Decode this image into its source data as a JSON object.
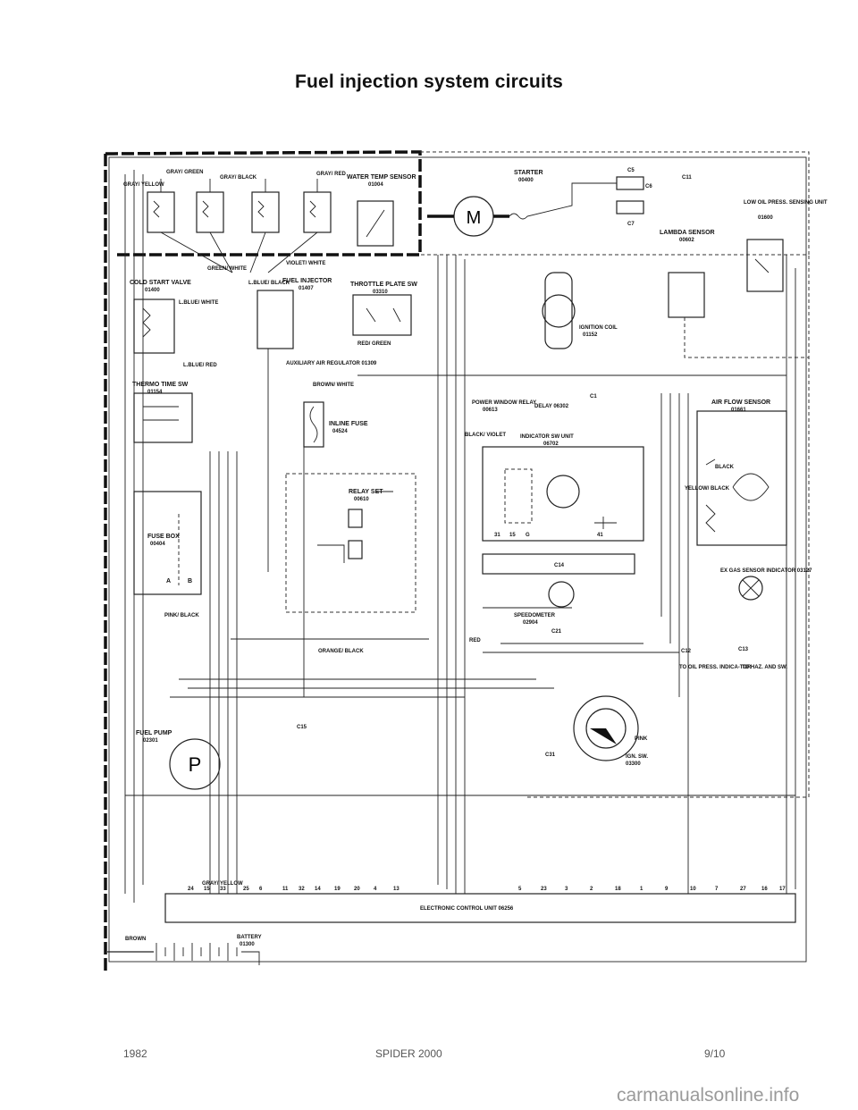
{
  "page": {
    "title": "Fuel injection system circuits",
    "footer_year": "1982",
    "footer_model": "SPIDER 2000",
    "footer_page": "9/10",
    "watermark": "carmanualsonline.info"
  },
  "components": {
    "water_temp_sensor": "WATER TEMP SENSOR",
    "water_temp_code": "01004",
    "starter": "STARTER",
    "starter_code": "00400",
    "low_oil_sensor": "LOW OIL PRESS. SENSING UNIT",
    "low_oil_code": "01600",
    "lambda_sensor": "LAMBDA SENSOR",
    "lambda_code": "00602",
    "cold_start_valve": "COLD START VALVE",
    "cold_start_code": "01400",
    "fuel_injector": "FUEL INJECTOR",
    "fuel_injector_code": "01407",
    "throttle_plate": "THROTTLE PLATE SW",
    "throttle_code": "03310",
    "ignition_coil": "IGNITION COIL",
    "ignition_coil_code": "01152",
    "aux_air_regulator": "AUXILIARY AIR REGULATOR 01309",
    "thermo_time_sw": "THERMO TIME SW",
    "thermo_time_code": "01154",
    "inline_fuse": "INLINE FUSE",
    "inline_fuse_code": "04524",
    "power_window_relay": "POWER WINDOW RELAY",
    "power_window_code": "00613",
    "delay_relay": "DELAY 06302",
    "indicator_unit": "INDICATOR SW UNIT",
    "indicator_code": "06702",
    "air_flow_sensor": "AIR FLOW SENSOR",
    "air_flow_code": "01661",
    "relay_set": "RELAY SET",
    "relay_set_code": "00610",
    "fuse_box": "FUSE BOX",
    "fuse_box_code": "00404",
    "ex_gas_sensor": "EX GAS SENSOR INDICATOR 03127",
    "speedometer": "SPEEDOMETER",
    "speedometer_code": "02904",
    "fuel_pump": "FUEL PUMP",
    "fuel_pump_code": "02301",
    "to_oil_press": "TO OIL PRESS. INDICA-TOR",
    "to_haz": "TO HAZ. AND SW.",
    "ign_sw": "IGN. SW.",
    "ign_sw_code": "03300",
    "ecu": "ELECTRONIC CONTROL UNIT 06256",
    "battery": "BATTERY",
    "battery_code": "01300",
    "motor_letter": "M",
    "pump_letter": "P"
  },
  "connectors": [
    "C1",
    "C5",
    "C6",
    "C7",
    "C11",
    "C12",
    "C13",
    "C14",
    "C15",
    "C21",
    "C31"
  ],
  "wire_labels": [
    "GRAY/ YELLOW",
    "GRAY/ GREEN",
    "GRAY/ BLACK",
    "GRAY/ RED",
    "GREEN/ WHITE",
    "VIOLET/ WHITE",
    "L.BLUE/ BLACK",
    "L.BLUE/ WHITE",
    "L.BLUE/ RED",
    "RED/ GREEN",
    "BLACK/ VIOLET",
    "BROWN/ WHITE",
    "ORANGE/ BLACK",
    "PINK/ BLACK",
    "YELLOW/ BLACK",
    "GRAY/ YELLOW",
    "BROWN",
    "BLACK",
    "RED",
    "PINK"
  ],
  "ecu_pins": [
    "24",
    "15",
    "33",
    "25",
    "6",
    "11",
    "32",
    "14",
    "19",
    "20",
    "4",
    "13",
    "5",
    "23",
    "3",
    "2",
    "18",
    "1",
    "9",
    "10",
    "7",
    "27",
    "16",
    "17"
  ],
  "fuse_box_letters": [
    "A",
    "B"
  ],
  "indicator_pins": [
    "31",
    "15",
    "G",
    "41"
  ]
}
